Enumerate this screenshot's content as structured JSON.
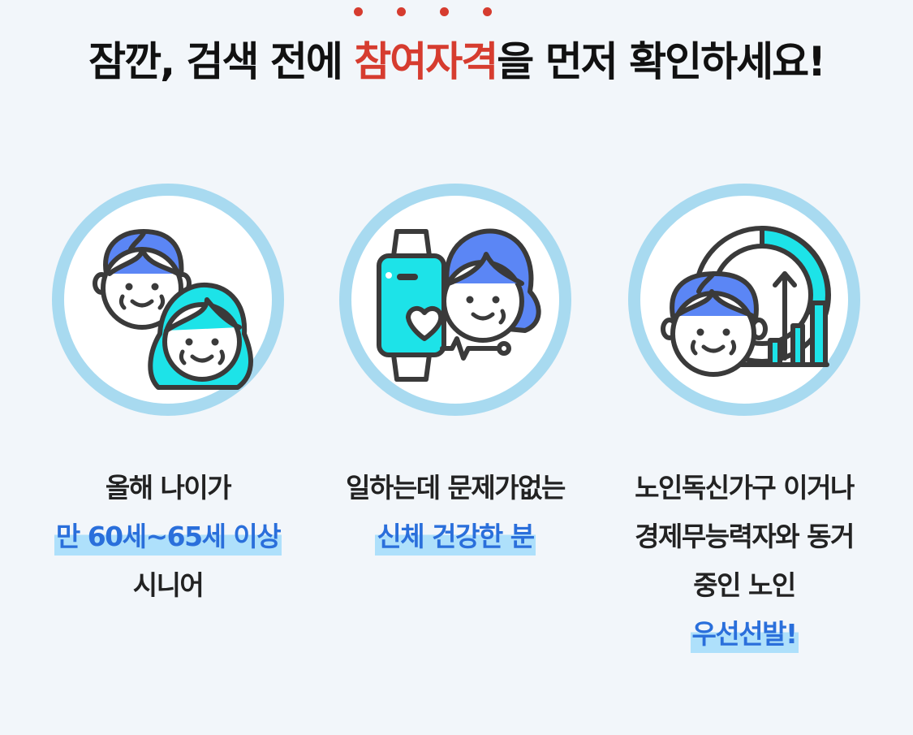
{
  "header": {
    "dots_count": 4,
    "dot_color": "#d63c2f",
    "title_before": "잠깐, 검색 전에 ",
    "title_accent": "참여자격",
    "title_after": "을 먼저 확인하세요!",
    "accent_color": "#d63c2f"
  },
  "criteria": [
    {
      "icon": "senior-couple-icon",
      "lines": [
        "올해 나이가"
      ],
      "highlight": "만 60세~65세 이상",
      "lines_after": [
        "시니어"
      ]
    },
    {
      "icon": "smartwatch-health-icon",
      "lines": [
        "일하는데 문제가없는"
      ],
      "highlight": "신체 건강한 분",
      "lines_after": []
    },
    {
      "icon": "senior-growth-chart-icon",
      "lines": [
        "노인독신가구 이거나",
        "경제무능력자와 동거",
        "중인 노인"
      ],
      "highlight": "우선선발!",
      "lines_after": []
    }
  ],
  "colors": {
    "background": "#f2f6fa",
    "ring": "#a8daf0",
    "highlight_text": "#2a6fdb",
    "highlight_bg": "#aee0fb",
    "hair_blue": "#5b86f5",
    "hair_cyan": "#1de3e8",
    "outline": "#3a3a3a"
  }
}
